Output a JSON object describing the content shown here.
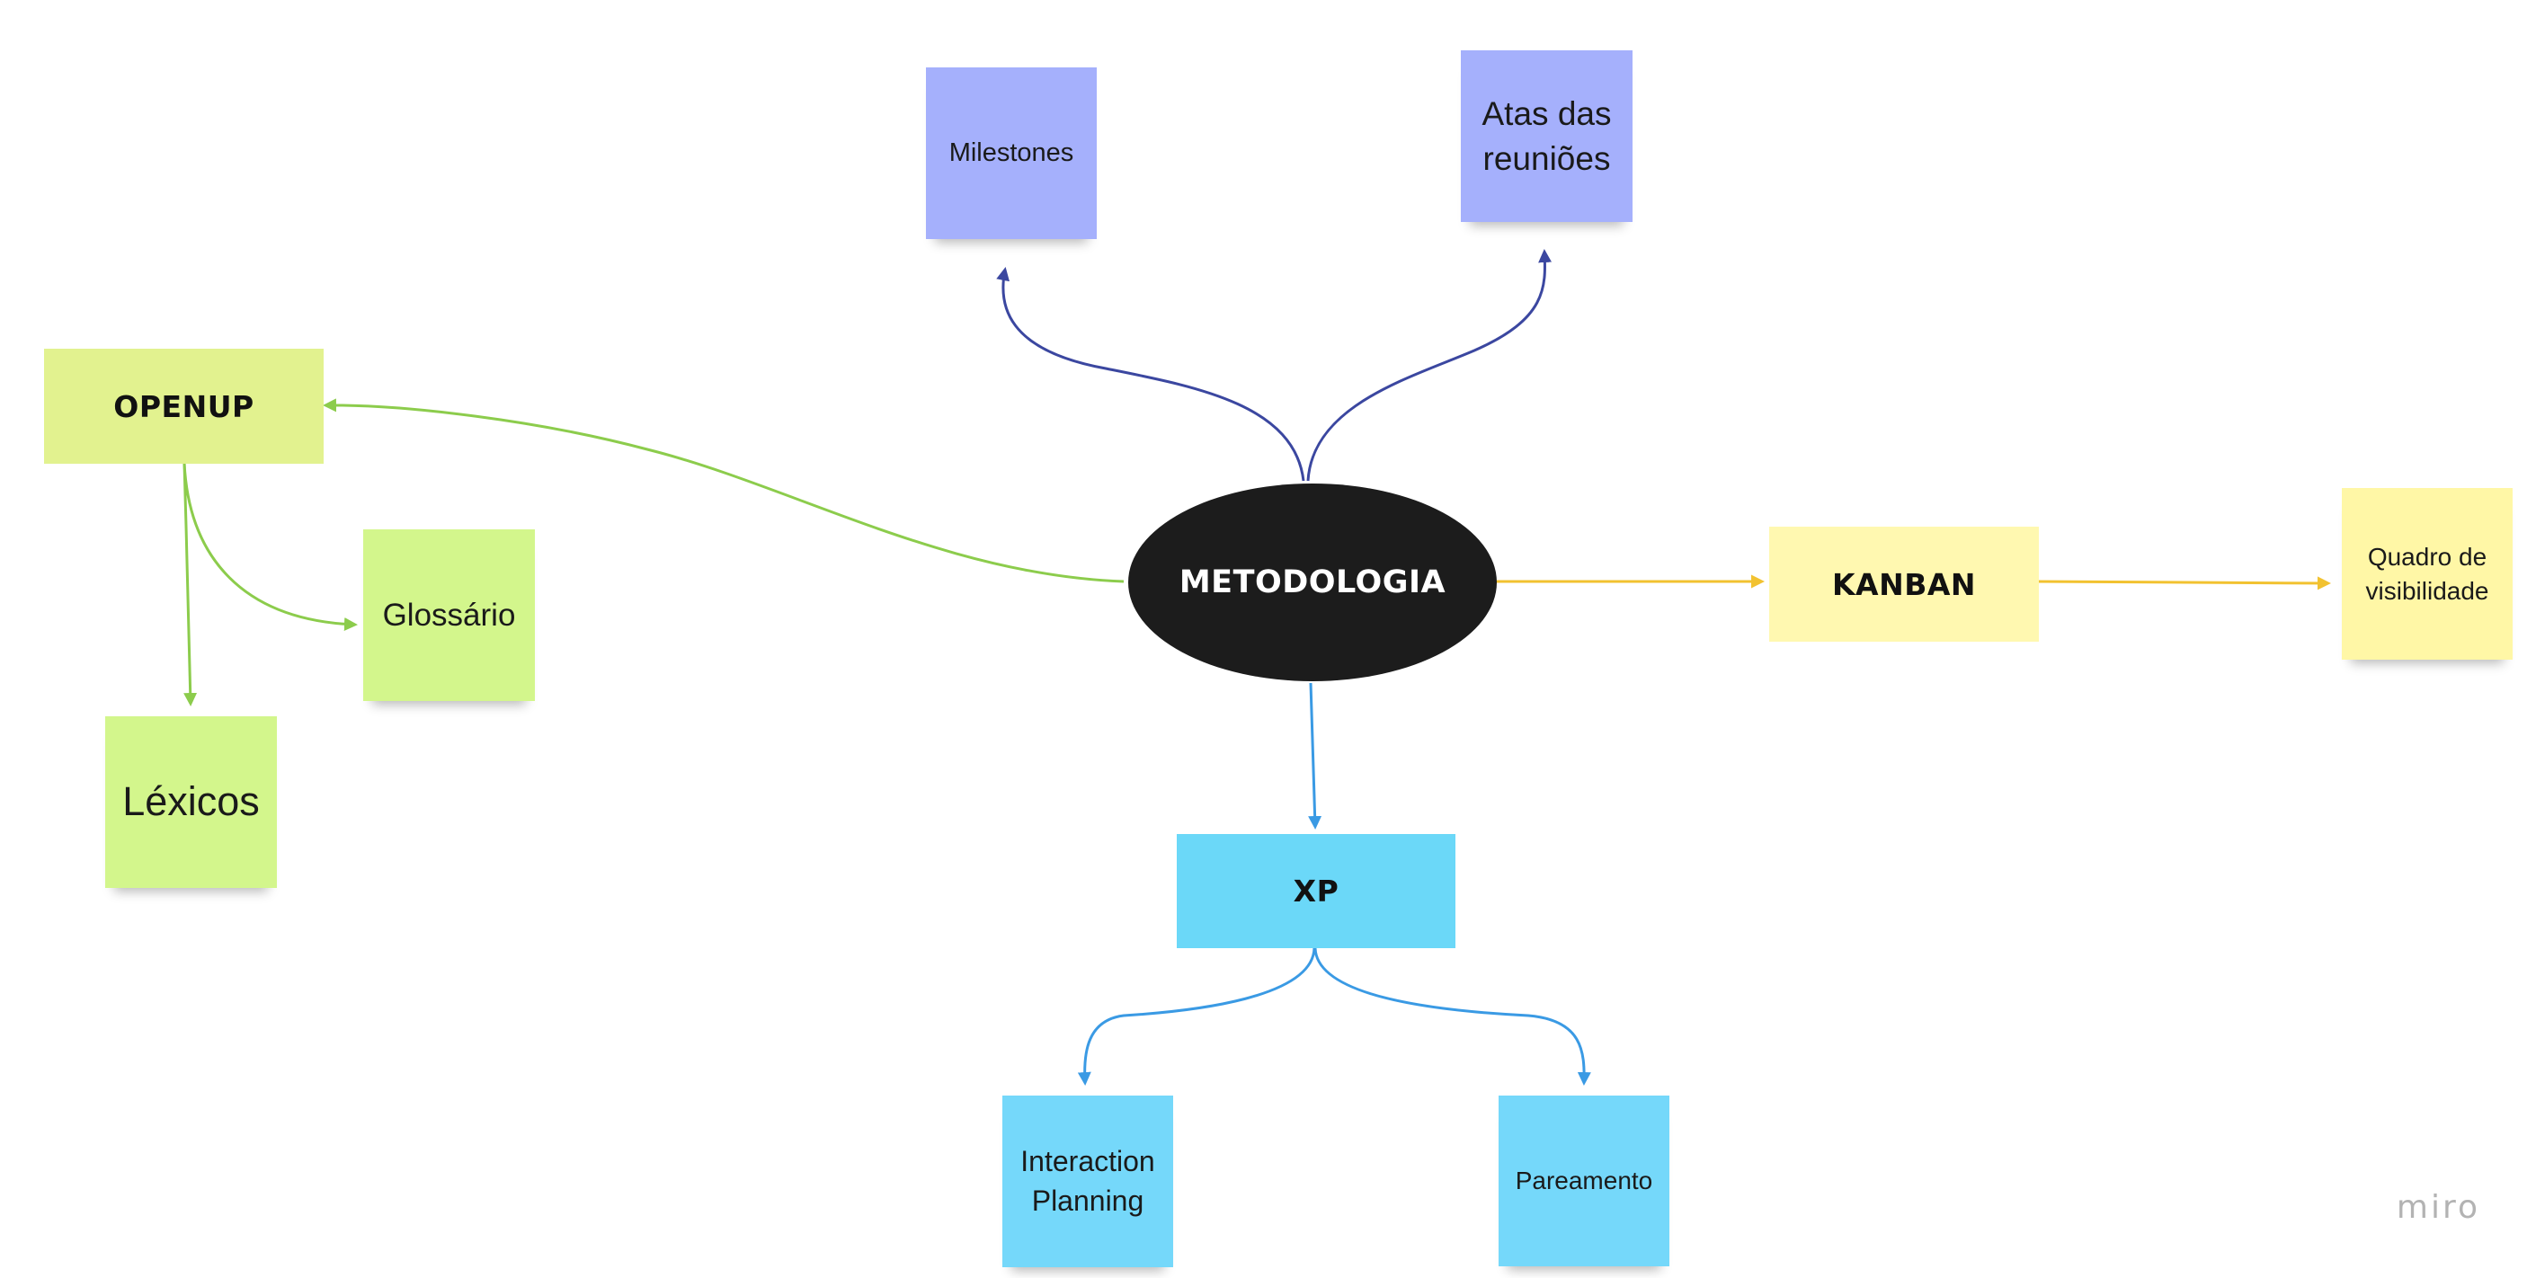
{
  "center": {
    "label": "METODOLOGIA",
    "bg": "#1c1c1c",
    "text": "#ffffff"
  },
  "branches": {
    "openup": {
      "label": "OPENUP",
      "bg": "#e2f28f"
    },
    "kanban": {
      "label": "KANBAN",
      "bg": "#fff8b0"
    },
    "xp": {
      "label": "XP",
      "bg": "#6bd8f8"
    }
  },
  "notes": {
    "milestones": {
      "label": "Milestones",
      "bg": "#a5b0fc"
    },
    "atas": {
      "label": "Atas das\nreuniões",
      "bg": "#a5b0fc"
    },
    "glossario": {
      "label": "Glossário",
      "bg": "#d3f68c"
    },
    "lexicos": {
      "label": "Léxicos",
      "bg": "#d3f68c"
    },
    "quadro": {
      "label": "Quadro de\nvisibilidade",
      "bg": "#fff7a6"
    },
    "interaction": {
      "label": "Interaction\nPlanning",
      "bg": "#75d8fa"
    },
    "pareamento": {
      "label": "Pareamento",
      "bg": "#75d8fa"
    }
  },
  "connector_colors": {
    "purple": "#3b47a0",
    "green": "#8ccc4c",
    "yellow": "#f2c230",
    "blue": "#3a9ae4"
  },
  "watermark": "miro"
}
